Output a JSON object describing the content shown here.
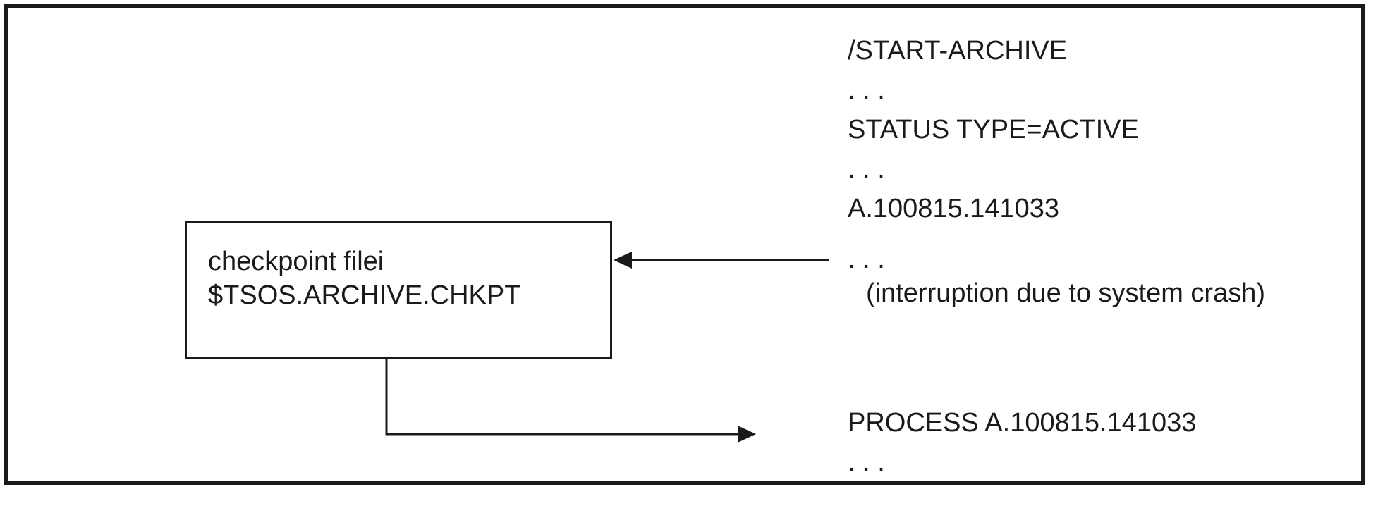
{
  "frame": {
    "border_color": "#1a1a1a",
    "background_color": "#ffffff",
    "line_color": "#1a1a1a"
  },
  "checkpoint_box": {
    "line1": "checkpoint filei",
    "line2": "$TSOS.ARCHIVE.CHKPT"
  },
  "terminal": {
    "lines": [
      "/START-ARCHIVE",
      ". . .",
      "STATUS TYPE=ACTIVE",
      ". . .",
      "A.100815.141033",
      ". . .",
      "(interruption due to system crash)",
      "PROCESS A.100815.141033",
      ". . ."
    ]
  },
  "arrows": [
    {
      "name": "arrow-session-to-checkpoint-box",
      "direction": "left"
    },
    {
      "name": "arrow-checkpoint-box-to-process",
      "direction": "right"
    }
  ]
}
